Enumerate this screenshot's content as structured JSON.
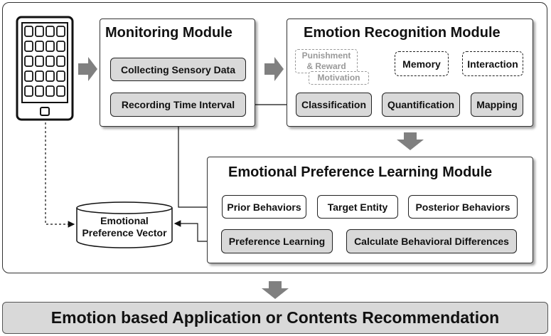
{
  "monitoring": {
    "title": "Monitoring Module",
    "collecting": "Collecting Sensory Data",
    "recording": "Recording Time Interval"
  },
  "emotion_recognition": {
    "title": "Emotion Recognition Module",
    "punishment": [
      "Punishment",
      "& Reward"
    ],
    "motivation": "Motivation",
    "memory": "Memory",
    "interaction": "Interaction",
    "classification": "Classification",
    "quantification": "Quantification",
    "mapping": "Mapping"
  },
  "learning": {
    "title": "Emotional Preference Learning Module",
    "prior": "Prior Behaviors",
    "target": "Target Entity",
    "posterior": "Posterior Behaviors",
    "calculate": "Calculate Behavioral Differences",
    "preference": "Preference Learning"
  },
  "vector": [
    "Emotional",
    "Preference Vector"
  ],
  "bottom": "Emotion based Application or Contents Recommendation"
}
